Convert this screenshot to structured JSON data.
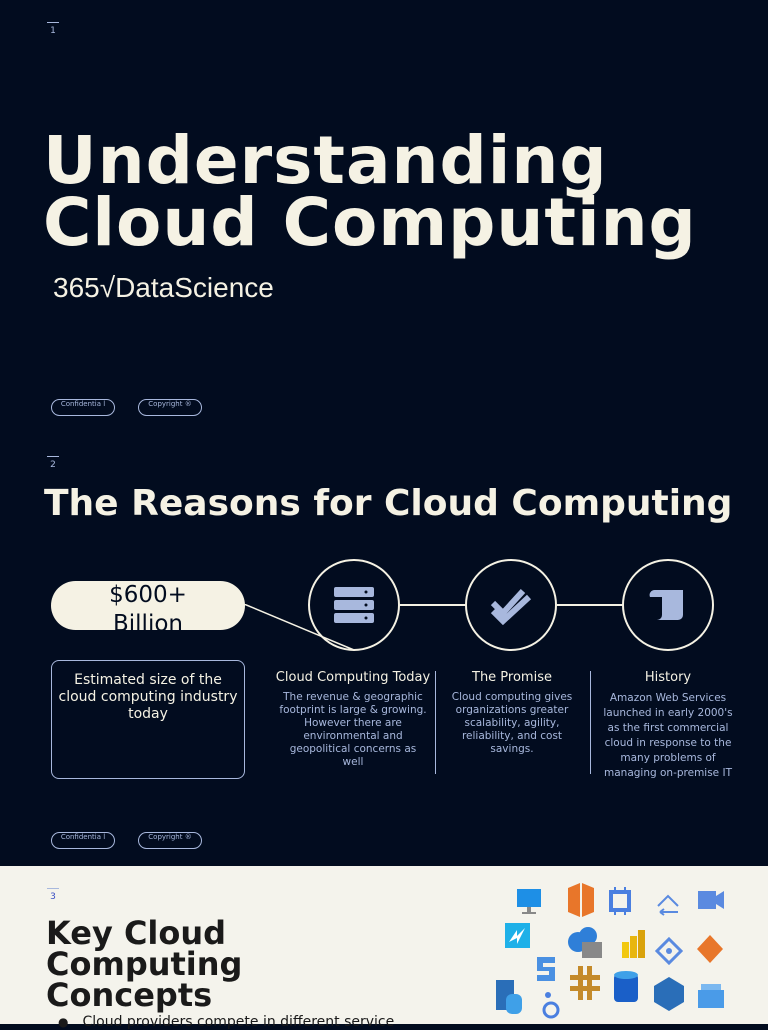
{
  "slide1": {
    "page": "1",
    "title_line1": "Understanding",
    "title_line2": "Cloud Computing",
    "logo": "365√DataScience",
    "pill_confidential": "Confidentia l",
    "pill_copyright": "Copyright ®"
  },
  "slide2": {
    "page": "2",
    "title": "The Reasons for Cloud Computing",
    "stat_line1": "$600+",
    "stat_line2": "Billion",
    "stat_desc": "Estimated size of the cloud computing industry today",
    "columns": [
      {
        "title": "Cloud Computing Today",
        "icon": "server-icon",
        "text": "The revenue & geographic footprint is large & growing. However there are environmental and geopolitical concerns as well"
      },
      {
        "title": "The Promise",
        "icon": "double-check-icon",
        "text": "Cloud computing gives organizations greater scalability, agility, reliability, and cost savings."
      },
      {
        "title": "History",
        "icon": "scroll-icon",
        "text": "Amazon Web Services launched in early 2000's as the first commercial cloud in response to the many problems of managing on-premise IT"
      }
    ],
    "pill_confidential": "Confidentia l",
    "pill_copyright": "Copyright ®"
  },
  "slide3": {
    "page": "3",
    "title_line1": "Key Cloud",
    "title_line2": "Computing",
    "title_line3": "Concepts",
    "bullet1": "Cloud providers compete in different service",
    "icons": [
      "virtual-machine-icon",
      "aws-icon",
      "processor-icon",
      "transfer-icon",
      "video-icon",
      "azure-app-icon",
      "cloud-storage-icon",
      "power-bi-icon",
      "diamond-icon",
      "aws-service-icon",
      "stack-icon",
      "api-gateway-icon",
      "postgres-icon",
      "aws-database-icon",
      "storage-box-icon",
      "sql-db-icon",
      "looker-icon"
    ]
  },
  "colors": {
    "background": "#020c1f",
    "cream": "#f5f2e4",
    "muted": "#a8b8dd"
  }
}
